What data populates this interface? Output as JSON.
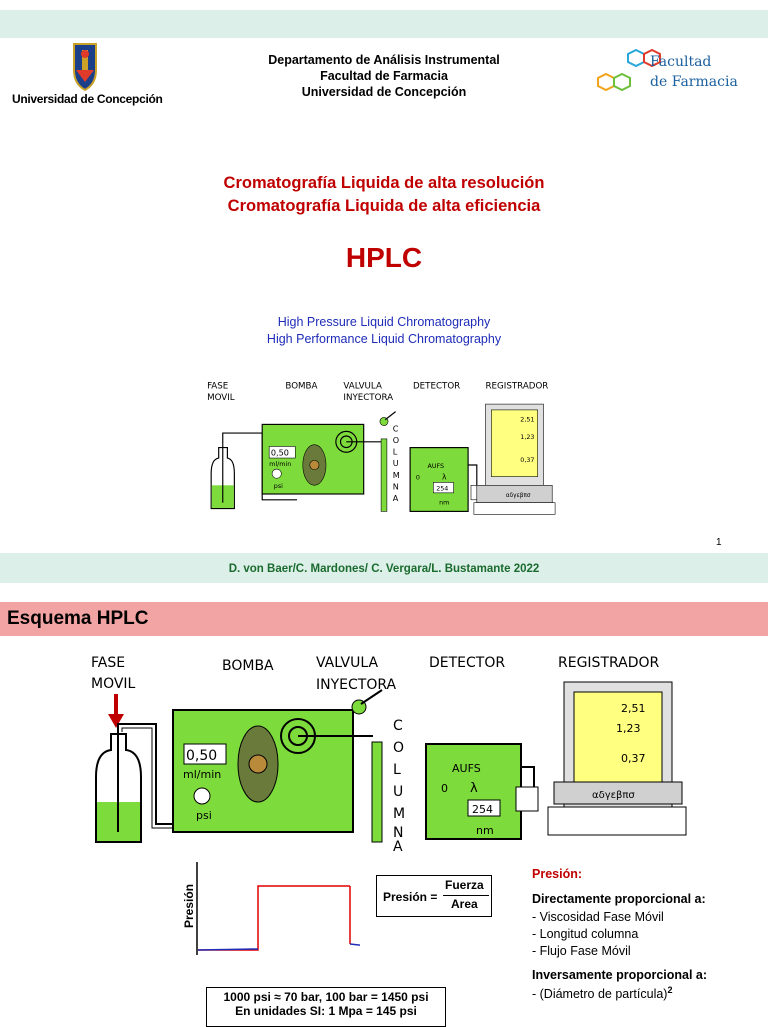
{
  "slide1": {
    "university_label": "Universidad de Concepción",
    "department": [
      "Departamento de Análisis Instrumental",
      "Facultad de Farmacia",
      "Universidad de Concepción"
    ],
    "faculty_logo": [
      "Facultad",
      "de Farmacia"
    ],
    "titles": [
      "Cromatografía Liquida de alta resolución",
      "Cromatografía Liquida de alta eficiencia"
    ],
    "acronym": "HPLC",
    "subtitles": [
      "High Pressure Liquid Chromatography",
      "High Performance Liquid Chromatography"
    ],
    "page_number": "1",
    "authors": "D. von Baer/C. Mardones/ C. Vergara/L. Bustamante 2022"
  },
  "diagram": {
    "fase": "FASE",
    "movil": "MOVIL",
    "bomba": "BOMBA",
    "valvula": "VALVULA",
    "inyectora": "INYECTORA",
    "detector": "DETECTOR",
    "registrador": "REGISTRADOR",
    "flow_value": "0,50",
    "flow_unit": "ml/min",
    "pressure_unit": "psi",
    "columna_letters": [
      "C",
      "O",
      "L",
      "U",
      "M",
      "N",
      "A"
    ],
    "aufs": "AUFS",
    "zero": "0",
    "lambda": "λ",
    "wavelength": "254",
    "nm": "nm",
    "peaks": [
      "2,51",
      "1,23",
      "0,37"
    ],
    "keyboard": "αδγεβπσ"
  },
  "slide2": {
    "title": "Esquema HPLC",
    "graph_ylabel": "Presión",
    "formula_lhs": "Presión =",
    "formula_num": "Fuerza",
    "formula_den": "Area",
    "conversion_lines": [
      "1000 psi ≈ 70 bar, 100 bar = 1450 psi",
      "En unidades SI: 1 Mpa = 145 psi"
    ],
    "presion_heading": "Presión:",
    "direct_heading": "Directamente proporcional a:",
    "direct_items": [
      "- Viscosidad Fase Móvil",
      "- Longitud columna",
      "- Flujo Fase Móvil"
    ],
    "inverse_heading": "Inversamente proporcional a:",
    "inverse_item": "-    (Diámetro de partícula)",
    "inverse_exp": "2"
  },
  "colors": {
    "device_green": "#7ddb3c",
    "title_red": "#c00000",
    "subtitle_blue": "#1f2cb8",
    "band_green": "#dcefe8",
    "header_pink": "#f2a3a3",
    "author_green": "#1a6b2e",
    "registrador_yellow": "#ffff80"
  },
  "icons": [
    "udec-crest-icon",
    "faculty-hexagon-icon",
    "arrow-down-icon"
  ]
}
